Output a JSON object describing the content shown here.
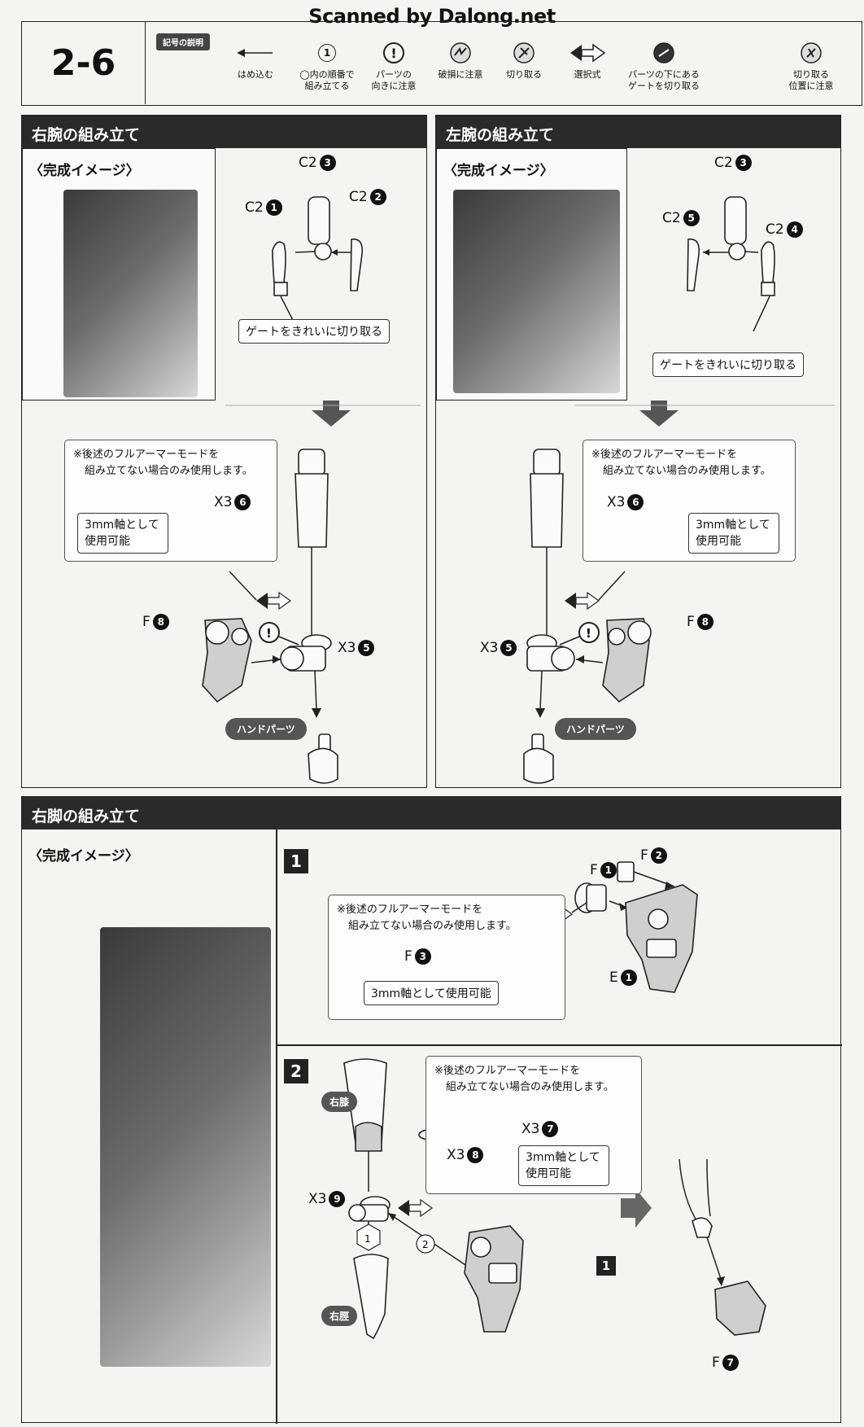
{
  "watermark": "Scanned by Dalong.net",
  "header": {
    "step": "2-6",
    "legend_label": "記号の説明",
    "symbols": [
      {
        "icon": "arrow-left-icon",
        "label": "はめ込む"
      },
      {
        "icon": "circled-number-icon",
        "glyph": "1",
        "label1": "◯内の順番で",
        "label2": "組み立てる"
      },
      {
        "icon": "exclamation-icon",
        "glyph": "!",
        "label1": "パーツの",
        "label2": "向きに注意"
      },
      {
        "icon": "break-caution-icon",
        "label": "破損に注意"
      },
      {
        "icon": "cut-icon",
        "label": "切り取る"
      },
      {
        "icon": "choice-arrows-icon",
        "label": "選択式"
      },
      {
        "icon": "cut-underside-icon",
        "label1": "パーツの下にある",
        "label2": "ゲートを切り取る"
      },
      {
        "icon": "cut-position-icon",
        "label1": "切り取る",
        "label2": "位置に注意"
      }
    ]
  },
  "right_arm": {
    "title": "右腕の組み立て",
    "caption": "〈完成イメージ〉",
    "parts": {
      "c2_3": {
        "code": "C2",
        "num": "3"
      },
      "c2_1": {
        "code": "C2",
        "num": "1"
      },
      "c2_2": {
        "code": "C2",
        "num": "2"
      },
      "x3_6": {
        "code": "X3",
        "num": "6"
      },
      "f_8": {
        "code": "F",
        "num": "8"
      },
      "x3_5": {
        "code": "X3",
        "num": "5"
      }
    },
    "gate_note": "ゲートをきれいに切り取る",
    "callout_line1": "※後述のフルアーマーモードを",
    "callout_line2": "組み立てない場合のみ使用します。",
    "shaft_note_line1": "3mm軸として",
    "shaft_note_line2": "使用可能",
    "hand_label": "ハンドパーツ"
  },
  "left_arm": {
    "title": "左腕の組み立て",
    "caption": "〈完成イメージ〉",
    "parts": {
      "c2_3": {
        "code": "C2",
        "num": "3"
      },
      "c2_5": {
        "code": "C2",
        "num": "5"
      },
      "c2_4": {
        "code": "C2",
        "num": "4"
      },
      "x3_6": {
        "code": "X3",
        "num": "6"
      },
      "f_8": {
        "code": "F",
        "num": "8"
      },
      "x3_5": {
        "code": "X3",
        "num": "5"
      }
    },
    "gate_note": "ゲートをきれいに切り取る",
    "callout_line1": "※後述のフルアーマーモードを",
    "callout_line2": "組み立てない場合のみ使用します。",
    "shaft_note_line1": "3mm軸として",
    "shaft_note_line2": "使用可能",
    "hand_label": "ハンドパーツ"
  },
  "right_leg": {
    "title": "右脚の組み立て",
    "caption": "〈完成イメージ〉",
    "step1": {
      "num": "1",
      "parts": {
        "f_1": {
          "code": "F",
          "num": "1"
        },
        "f_2": {
          "code": "F",
          "num": "2"
        },
        "e_1": {
          "code": "E",
          "num": "1"
        },
        "f_3": {
          "code": "F",
          "num": "3"
        }
      },
      "callout_line1": "※後述のフルアーマーモードを",
      "callout_line2": "組み立てない場合のみ使用します。",
      "shaft_note": "3mm軸として使用可能"
    },
    "step2": {
      "num": "2",
      "knee_label": "右膝",
      "shin_label": "右脛",
      "parts": {
        "x3_9": {
          "code": "X3",
          "num": "9"
        },
        "x3_8": {
          "code": "X3",
          "num": "8"
        },
        "x3_7": {
          "code": "X3",
          "num": "7"
        },
        "f_7": {
          "code": "F",
          "num": "7"
        }
      },
      "order1": "1",
      "order2": "2",
      "ref_step": "1",
      "callout_line1": "※後述のフルアーマーモードを",
      "callout_line2": "組み立てない場合のみ使用します。",
      "shaft_note_line1": "3mm軸として",
      "shaft_note_line2": "使用可能"
    }
  }
}
